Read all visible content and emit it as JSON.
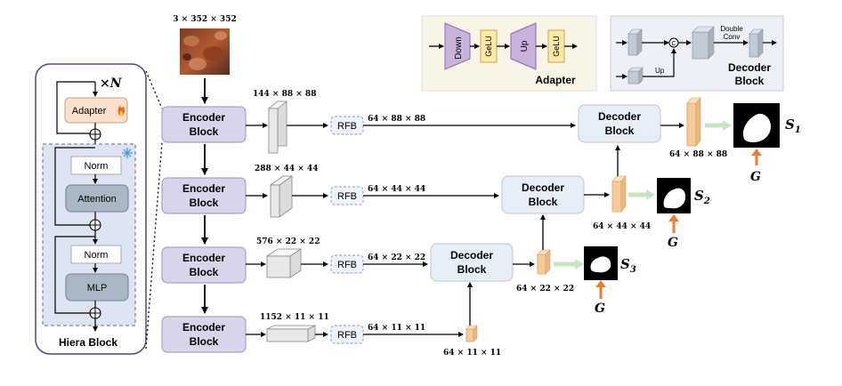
{
  "input": {
    "size_label": "3 × 352 × 352"
  },
  "hiera": {
    "multiplier": "×N",
    "adapter_label": "Adapter",
    "norm_label": "Norm",
    "attention_label": "Attention",
    "mlp_label": "MLP",
    "caption": "Hiera Block",
    "icons": [
      "fire-icon",
      "snowflake-icon"
    ]
  },
  "encoders": [
    {
      "label": "Encoder Block",
      "dims": "144 × 88 × 88",
      "rfb": "RFB",
      "out": "64 × 88 × 88"
    },
    {
      "label": "Encoder Block",
      "dims": "288 × 44 × 44",
      "rfb": "RFB",
      "out": "64 × 44 × 44"
    },
    {
      "label": "Encoder Block",
      "dims": "576 × 22 × 22",
      "rfb": "RFB",
      "out": "64 × 22 × 22"
    },
    {
      "label": "Encoder Block",
      "dims": "1152 × 11 × 11",
      "rfb": "RFB",
      "out": "64 × 11 × 11"
    }
  ],
  "decoders": [
    {
      "label": "Decoder Block",
      "out": "64 × 88 × 88",
      "pred": "S",
      "sub": "1",
      "gt": "G"
    },
    {
      "label": "Decoder Block",
      "out": "64 × 44 × 44",
      "pred": "S",
      "sub": "2",
      "gt": "G"
    },
    {
      "label": "Decoder Block",
      "out": "64 × 22 × 22",
      "pred": "S",
      "sub": "3",
      "gt": "G"
    }
  ],
  "bottom_out": "64 × 11 × 11",
  "adapter_legend": {
    "down": "Down",
    "gelu1": "GeLU",
    "up": "Up",
    "gelu2": "GeLU",
    "caption": "Adapter"
  },
  "decoder_legend": {
    "concat": "C",
    "up": "Up",
    "double_conv_1": "Double",
    "double_conv_2": "Conv",
    "caption_1": "Decoder",
    "caption_2": "Block"
  },
  "colors": {
    "block_fill": "#d8d4ea",
    "decoder_fill": "#e6eef8",
    "adapter_fill": "#fbe0cc",
    "adapter_legend_bg": "#f8f5e6",
    "decoder_legend_bg": "#eef0f8",
    "attention_fill": "#a9b8c3",
    "feature_orange": "#f5cc99",
    "arrow_green": "#c6e6c0",
    "gt_arrow": "#f07d2a"
  }
}
